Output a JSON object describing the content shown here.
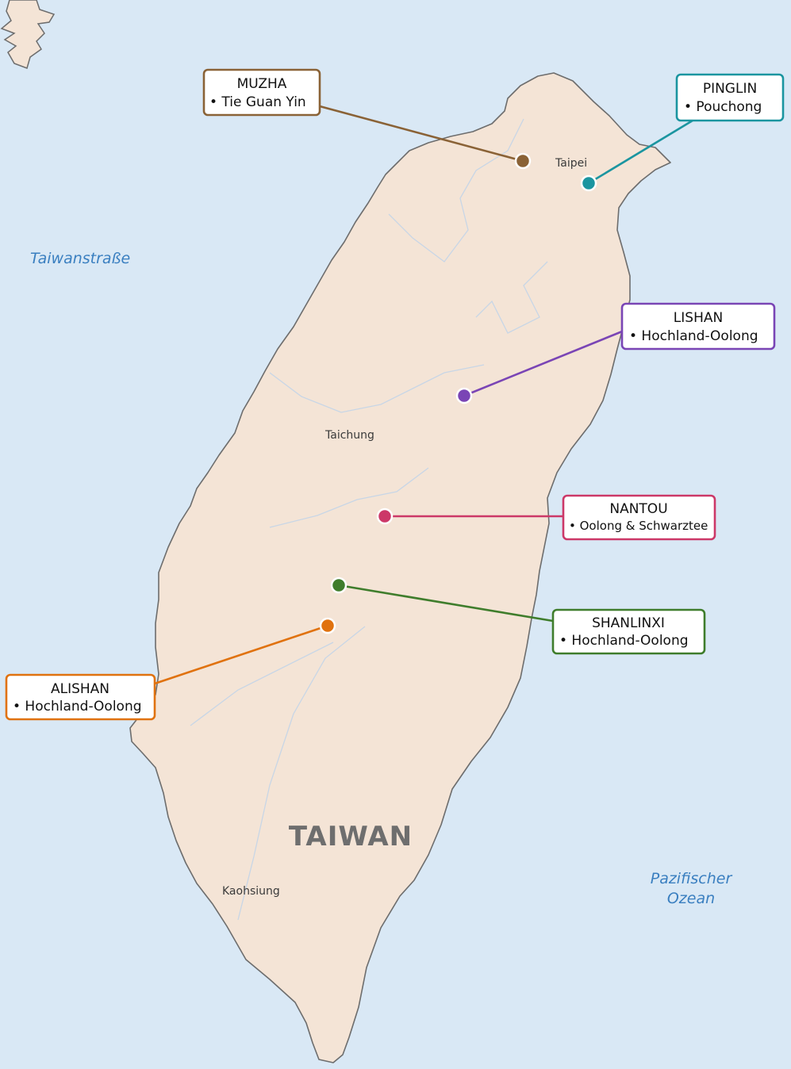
{
  "map": {
    "country_label": "TAIWAN",
    "water_labels": {
      "strait": "Taiwanstraße",
      "ocean_line1": "Pazifischer",
      "ocean_line2": "Ozean"
    },
    "cities": {
      "taipei": "Taipei",
      "taichung": "Taichung",
      "kaohsiung": "Kaohsiung"
    },
    "colors": {
      "sea": "#d9e8f5",
      "land": "#f4e4d6",
      "coast": "#6d6d6d",
      "river": "#c8d6e6"
    }
  },
  "regions": [
    {
      "id": "muzha",
      "name": "MUZHA",
      "tea": "• Tie Guan Yin",
      "color": "#8a6236"
    },
    {
      "id": "pinglin",
      "name": "PINGLIN",
      "tea": "• Pouchong",
      "color": "#1b95a0"
    },
    {
      "id": "lishan",
      "name": "LISHAN",
      "tea": "• Hochland-Oolong",
      "color": "#7a45b5"
    },
    {
      "id": "nantou",
      "name": "NANTOU",
      "tea": "• Oolong & Schwarztee",
      "color": "#cc3868"
    },
    {
      "id": "shanlinxi",
      "name": "SHANLINXI",
      "tea": "• Hochland-Oolong",
      "color": "#3f7d2c"
    },
    {
      "id": "alishan",
      "name": "ALISHAN",
      "tea": "• Hochland-Oolong",
      "color": "#e0720f"
    }
  ]
}
